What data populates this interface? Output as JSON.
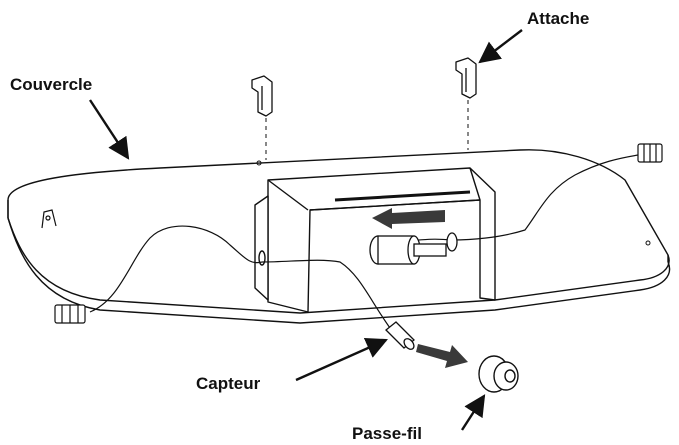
{
  "labels": {
    "couvercle": "Couvercle",
    "attache": "Attache",
    "capteur": "Capteur",
    "passe_fil": "Passe-fil"
  },
  "colors": {
    "line": "#111111",
    "arrow_flow": "#3a3a3a",
    "background": "#ffffff"
  }
}
